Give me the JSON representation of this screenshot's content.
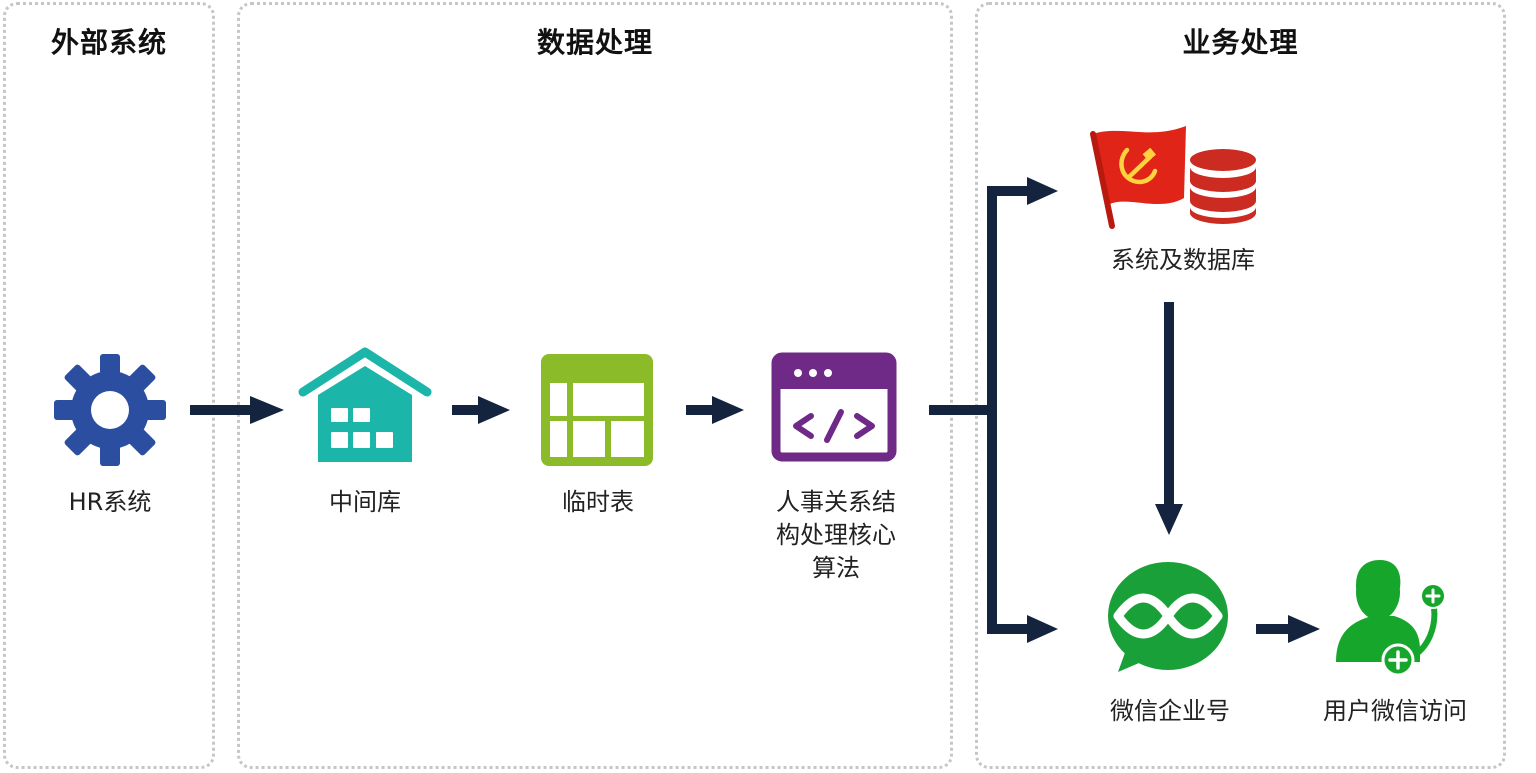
{
  "panels": {
    "external": {
      "title": "外部系统"
    },
    "data_processing": {
      "title": "数据处理"
    },
    "business": {
      "title": "业务处理"
    }
  },
  "nodes": {
    "hr_system": {
      "label": "HR系统",
      "icon": "gear-icon",
      "color": "#2B4EA0"
    },
    "middle_db": {
      "label": "中间库",
      "icon": "warehouse-icon",
      "color": "#1BB5A9"
    },
    "temp_table": {
      "label": "临时表",
      "icon": "table-icon",
      "color": "#8CBB2A"
    },
    "core_algorithm": {
      "label": "人事关系结\n构处理核心\n算法",
      "icon": "code-window-icon",
      "color": "#6E2A86"
    },
    "system_db": {
      "label": "系统及数据库",
      "icon": "party-flag-database-icon",
      "color": "#E02417"
    },
    "wechat_work": {
      "label": "微信企业号",
      "icon": "wechat-work-icon",
      "color": "#1AA038"
    },
    "user_access": {
      "label": "用户微信访问",
      "icon": "user-add-icon",
      "color": "#17A62C"
    }
  },
  "colors": {
    "arrow": "#14233E",
    "panel_border": "#C6C6C6"
  }
}
